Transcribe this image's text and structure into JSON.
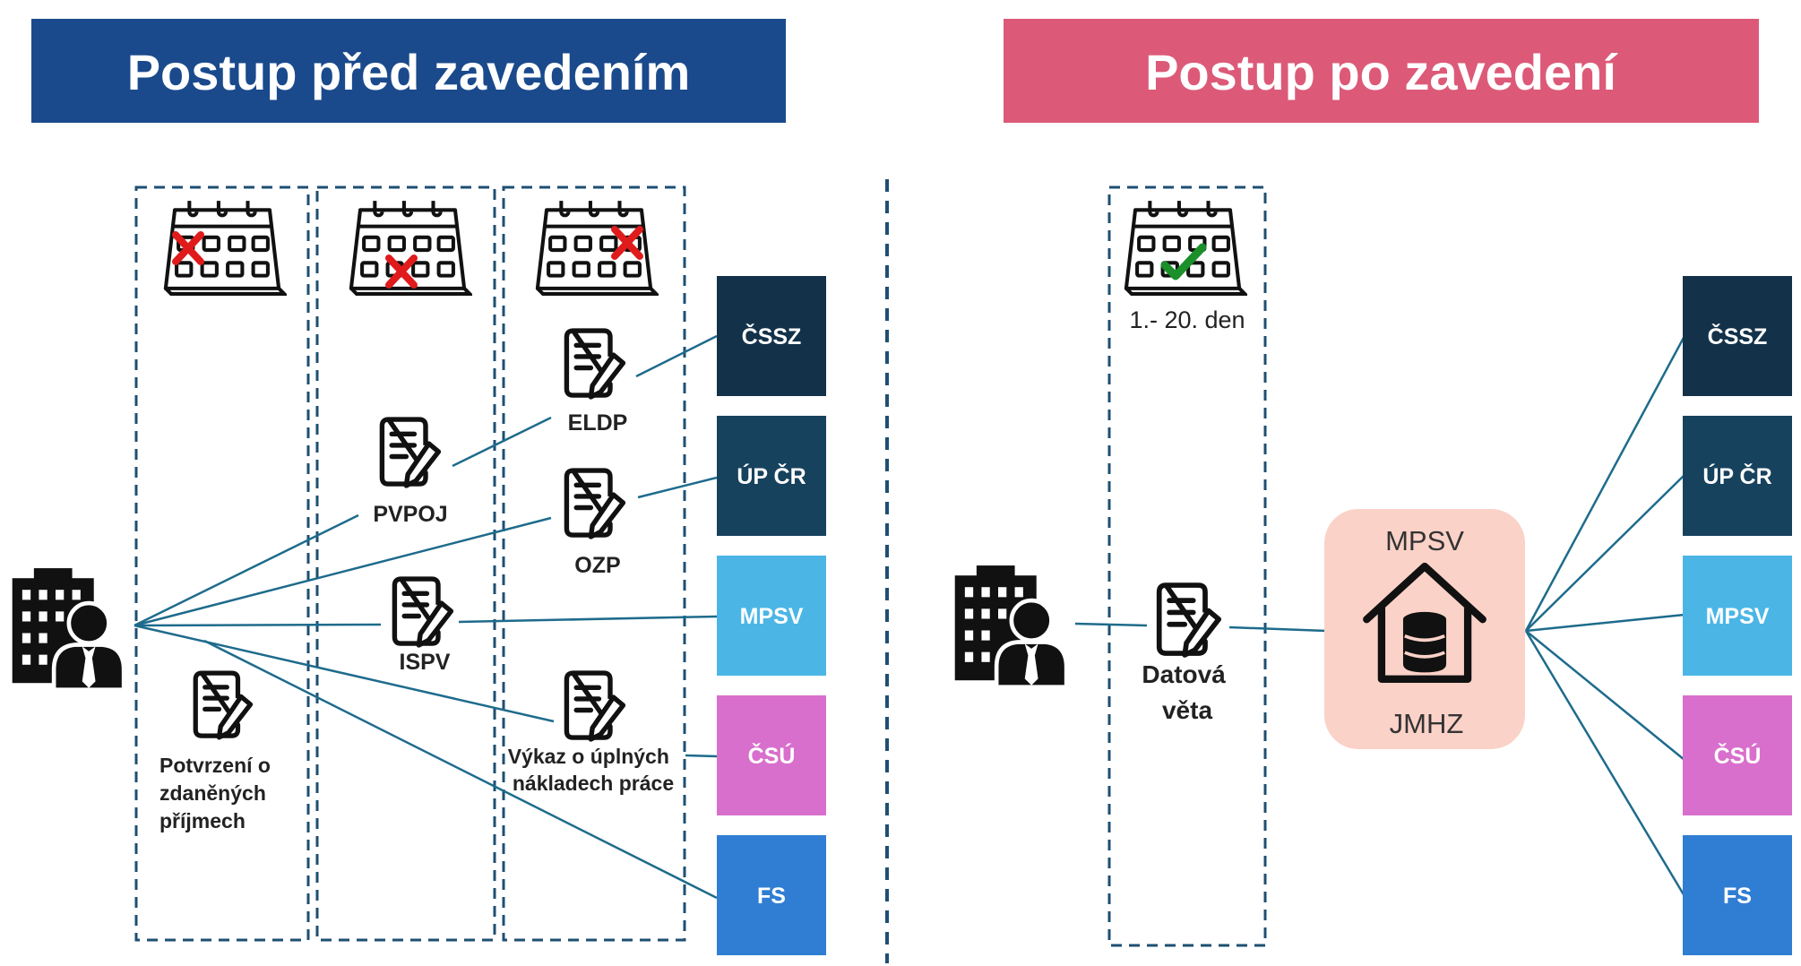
{
  "left_panel": {
    "title": "Postup před zavedením",
    "title_color": "#1a4a8c",
    "documents": [
      {
        "id": "potvrzeni",
        "label_lines": [
          "Potvrzení o",
          "zdaněných",
          "příjmech"
        ]
      },
      {
        "id": "pvpoj",
        "label_lines": [
          "PVPOJ"
        ]
      },
      {
        "id": "ispv",
        "label_lines": [
          "ISPV"
        ]
      },
      {
        "id": "eldp",
        "label_lines": [
          "ELDP"
        ]
      },
      {
        "id": "ozp",
        "label_lines": [
          "OZP"
        ]
      },
      {
        "id": "vykaz",
        "label_lines": [
          "Výkaz o úplných",
          "nákladech práce"
        ]
      }
    ]
  },
  "right_panel": {
    "title": "Postup po zavedení",
    "title_color": "#dc5a78",
    "deadline_label": "1.- 20. den",
    "document_label_lines": [
      "Datová",
      "věta"
    ],
    "hub": {
      "top_label": "MPSV",
      "bottom_label": "JMHZ",
      "color": "#fbd2c8"
    }
  },
  "institutions": [
    {
      "label": "ČSSZ",
      "color": "#13324a"
    },
    {
      "label": "ÚP ČR",
      "color": "#17425e"
    },
    {
      "label": "MPSV",
      "color": "#4bb6e6"
    },
    {
      "label": "ČSÚ",
      "color": "#d86fcc"
    },
    {
      "label": "FS",
      "color": "#2f7ed3"
    }
  ],
  "colors": {
    "line": "#1e6b8c",
    "dash": "#1e4f72",
    "red_x": "#e01b1b",
    "green_check": "#1a8f2a"
  }
}
